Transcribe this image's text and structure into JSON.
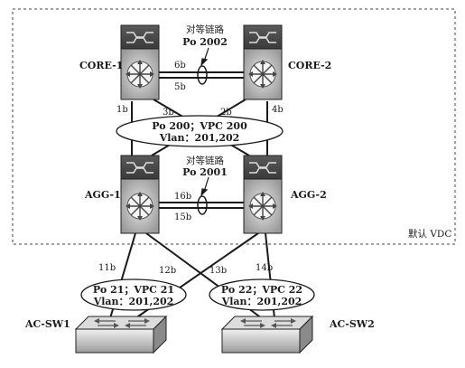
{
  "vdc_label": "默认 VDC",
  "devices": {
    "core1": {
      "name": "CORE-1"
    },
    "core2": {
      "name": "CORE-2"
    },
    "agg1": {
      "name": "AGG-1"
    },
    "agg2": {
      "name": "AGG-2"
    },
    "acsw1": {
      "name": "AC-SW1"
    },
    "acsw2": {
      "name": "AC-SW2"
    }
  },
  "peer_link_core": {
    "title": "对等链路",
    "po": "Po 2002"
  },
  "peer_link_agg": {
    "title": "对等链路",
    "po": "Po 2001"
  },
  "vpc_core": {
    "line1": "Po 200；VPC 200",
    "line2": "Vlan：201,202"
  },
  "vpc_acsw1": {
    "line1": "Po 21；VPC 21",
    "line2": "Vlan：201,202"
  },
  "vpc_acsw2": {
    "line1": "Po 22；VPC 22",
    "line2": "Vlan：201,202"
  },
  "ports": {
    "core_6b": "6b",
    "core_5b": "5b",
    "core_1b": "1b",
    "core_3b": "3b",
    "core_2b": "2b",
    "core_4b": "4b",
    "agg_16b": "16b",
    "agg_15b": "15b",
    "agg_11b": "11b",
    "agg_12b": "12b",
    "agg_13b": "13b",
    "agg_14b": "14b"
  },
  "colors": {
    "device_dark": "#4a4a4a",
    "device_light": "#c8c8c8",
    "line": "#1a1a1a",
    "dashed_border": "#444444"
  }
}
